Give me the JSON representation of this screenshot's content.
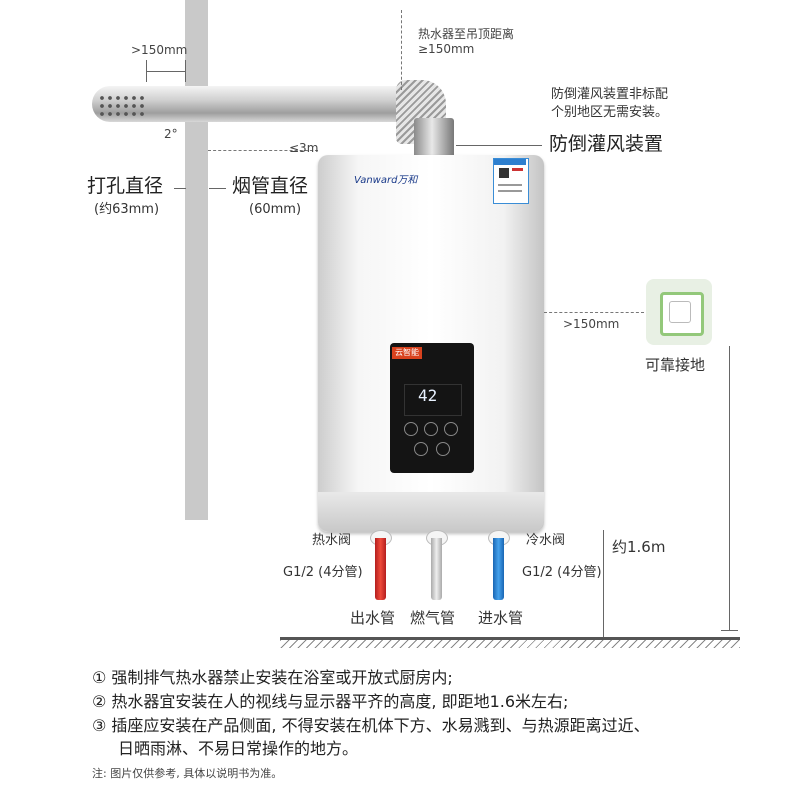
{
  "labels": {
    "dist_wall": ">150mm",
    "angle": "2°",
    "ceiling_line1": "热水器至吊顶距离",
    "ceiling_line2": "≥150mm",
    "antiwind_note1": "防倒灌风装置非标配",
    "antiwind_note2": "个别地区无需安装。",
    "antiwind": "防倒灌风装置",
    "flue_len": "≤3m",
    "hole_dia": "打孔直径",
    "hole_dia_val": "(约63mm)",
    "flue_dia": "烟管直径",
    "flue_dia_val": "(60mm)",
    "brand": "Vanward万和",
    "panel_brand": "云智能",
    "temp": "42",
    "side_dist": ">150mm",
    "socket": "可靠接地",
    "hot_valve": "热水阀",
    "cold_valve": "冷水阀",
    "hot_spec": "G1/2 (4分管)",
    "cold_spec": "G1/2 (4分管)",
    "height": "约1.6m",
    "out_pipe": "出水管",
    "gas_pipe": "燃气管",
    "in_pipe": "进水管"
  },
  "notes": [
    "① 强制排气热水器禁止安装在浴室或开放式厨房内;",
    "② 热水器宜安装在人的视线与显示器平齐的高度, 即距地1.6米左右;",
    "③ 插座应安装在产品侧面, 不得安装在机体下方、水易溅到、与热源距离过近、",
    "日晒雨淋、不易日常操作的地方。"
  ],
  "footnote": "注: 图片仅供参考, 具体以说明书为准。"
}
